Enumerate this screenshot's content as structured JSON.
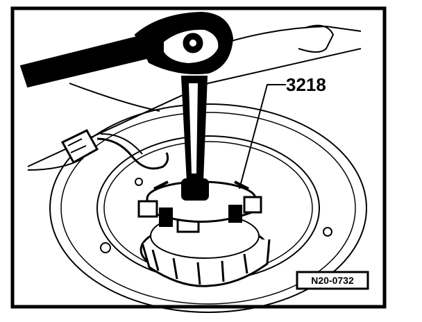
{
  "figure": {
    "callout_label": "3218",
    "reference_code": "N20-0732"
  },
  "icons": [
    "ratchet-wrench",
    "fuel-pump-flange-wrench-tool",
    "wire-harness-connector"
  ],
  "colors": {
    "ink": "#000000",
    "paper": "#ffffff"
  }
}
